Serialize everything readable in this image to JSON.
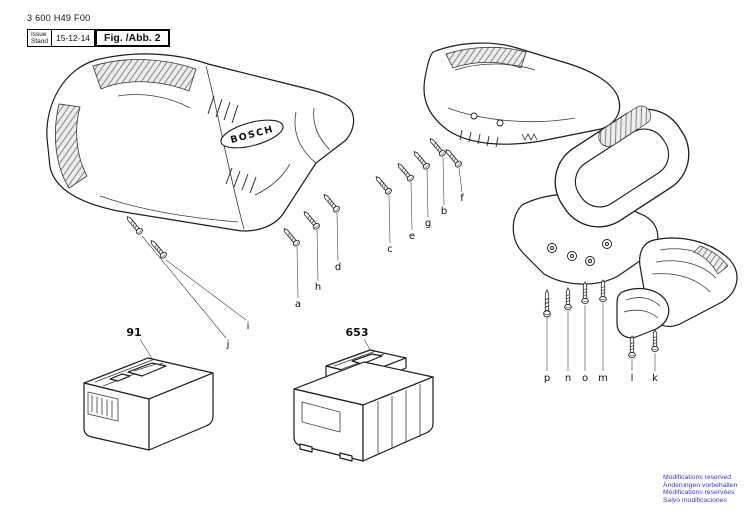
{
  "header": {
    "part_number": "3 600 H49 F00",
    "issue_label_line1": "Issue",
    "issue_label_line2": "Stand",
    "issue_date": "15-12-14",
    "figure_label": "Fig. /Abb. 2"
  },
  "brand": {
    "logo_text": "BOSCH"
  },
  "components": {
    "battery_a": "91",
    "battery_b": "653"
  },
  "callouts": {
    "left": [
      {
        "letter": "j"
      },
      {
        "letter": "i"
      },
      {
        "letter": "a"
      },
      {
        "letter": "h"
      },
      {
        "letter": "d"
      },
      {
        "letter": "c"
      },
      {
        "letter": "e"
      },
      {
        "letter": "g"
      },
      {
        "letter": "b"
      },
      {
        "letter": "f"
      }
    ],
    "right": [
      {
        "letter": "p"
      },
      {
        "letter": "n"
      },
      {
        "letter": "o"
      },
      {
        "letter": "m"
      },
      {
        "letter": "l"
      },
      {
        "letter": "k"
      }
    ]
  },
  "footer": {
    "color": "#3a3ac8",
    "lines": [
      "Modifications reserved",
      "Änderungen vorbehalten",
      "Modifications réservées",
      "Salvo modificaciones"
    ]
  }
}
